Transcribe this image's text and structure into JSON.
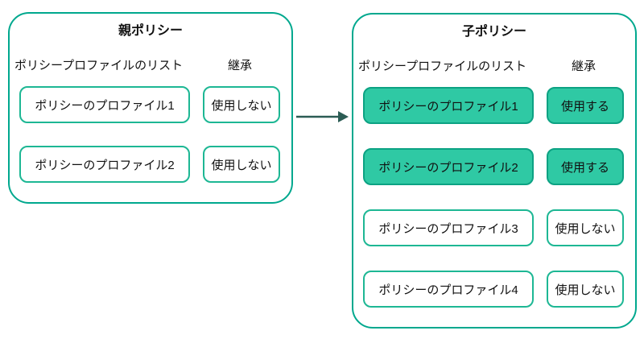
{
  "diagram_title": "Policy profile inheritance diagram",
  "colors": {
    "panel_border": "#00a88e",
    "box_border": "#1db794",
    "filled_box_background": "#2fc9a4",
    "filled_box_border": "#0ca283",
    "arrow": "#2b5c54",
    "text": "#111111",
    "background": "#ffffff"
  },
  "arrow": {
    "direction": "right",
    "meaning": "parent-to-child"
  },
  "parent_policy": {
    "title": "親ポリシー",
    "list_header": "ポリシープロファイルのリスト",
    "inherit_header": "継承",
    "rows": [
      {
        "profile": "ポリシーのプロファイル1",
        "inherit": "使用しない",
        "active": false
      },
      {
        "profile": "ポリシーのプロファイル2",
        "inherit": "使用しない",
        "active": false
      }
    ]
  },
  "child_policy": {
    "title": "子ポリシー",
    "list_header": "ポリシープロファイルのリスト",
    "inherit_header": "継承",
    "rows": [
      {
        "profile": "ポリシーのプロファイル1",
        "inherit": "使用する",
        "active": true
      },
      {
        "profile": "ポリシーのプロファイル2",
        "inherit": "使用する",
        "active": true
      },
      {
        "profile": "ポリシーのプロファイル3",
        "inherit": "使用しない",
        "active": false
      },
      {
        "profile": "ポリシーのプロファイル4",
        "inherit": "使用しない",
        "active": false
      }
    ]
  }
}
